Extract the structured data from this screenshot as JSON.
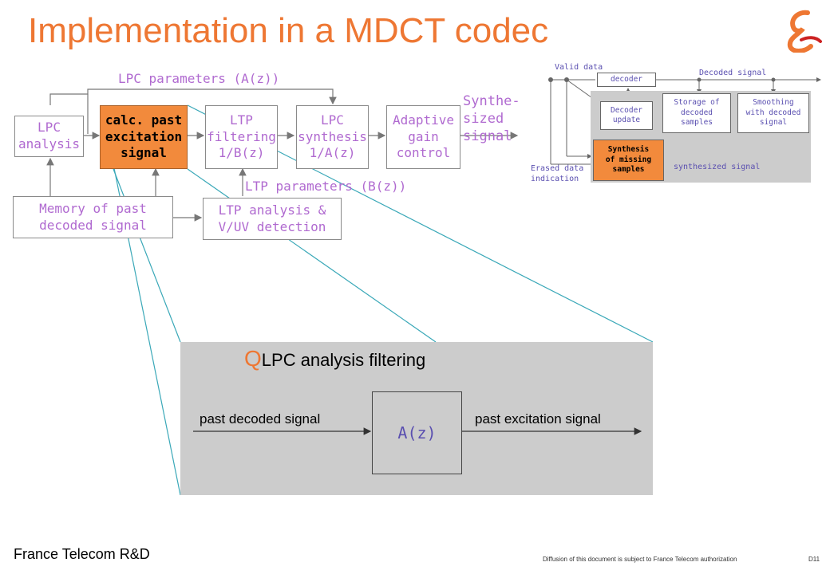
{
  "title": "Implementation in a MDCT codec",
  "main_diagram": {
    "lpc_analysis": "LPC\nanalysis",
    "calc_past": "calc. past\nexcitation\nsignal",
    "ltp_filtering": "LTP\nfiltering\n1/B(z)",
    "lpc_synthesis": "LPC\nsynthesis\n1/A(z)",
    "adaptive_gain": "Adaptive\ngain\ncontrol",
    "synthesized_signal": "Synthe-\nsized\nsignal",
    "lpc_parameters": "LPC parameters (A(z))",
    "ltp_parameters": "LTP parameters (B(z))",
    "memory": "Memory of past\ndecoded signal",
    "ltp_analysis": "LTP analysis &\nV/UV detection"
  },
  "mini_diagram": {
    "valid_data": "Valid data",
    "decoder": "decoder",
    "decoded_signal": "Decoded signal",
    "decoder_update": "Decoder\nupdate",
    "storage": "Storage of\ndecoded\nsamples",
    "smoothing": "Smoothing\nwith decoded\nsignal",
    "synthesis_missing": "Synthesis\nof missing\nsamples",
    "synthesized_signal": "synthesized signal",
    "erased_data": "Erased data\nindication"
  },
  "detail_panel": {
    "bullet": "Q",
    "title": "LPC analysis filtering",
    "input_label": "past decoded signal",
    "filter": "A(z)",
    "output_label": "past excitation signal"
  },
  "footer": {
    "org": "France Telecom R&D",
    "notice": "Diffusion of this document is subject to France Telecom authorization",
    "page": "D11"
  },
  "colors": {
    "title": "#ee7733",
    "highlight_box": "#f28a3c",
    "box_text": "#b06ad0",
    "panel_bg": "#cccccc",
    "connector": "#3aa8b8"
  }
}
